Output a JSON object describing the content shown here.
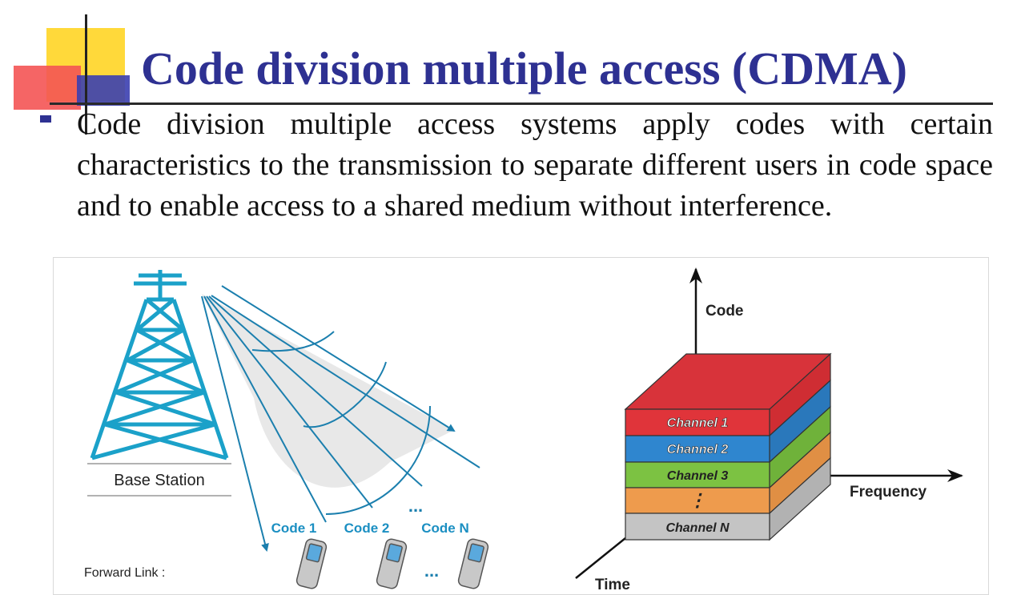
{
  "slide": {
    "title": "Code division multiple access (CDMA)",
    "body": "Code division multiple access systems apply codes with certain characteristics to the transmission to separate different users in code space and to enable access to a shared medium without interference."
  },
  "figure": {
    "base_station_label": "Base Station",
    "codes": [
      "Code 1",
      "Code 2",
      "Code N"
    ],
    "codes_ellipsis": "...",
    "handsets_ellipsis": "...",
    "forward_link_label": "Forward Link :",
    "axis_code_label": "Code",
    "axis_frequency_label": "Frequency",
    "axis_time_label": "Time",
    "channels": [
      "Channel 1",
      "Channel 2",
      "Channel 3",
      "⋮",
      "Channel N"
    ],
    "colors": {
      "title": "#2e3192",
      "tower": "#1ba1c9",
      "beam": "#1b7fae",
      "channel_1": "#e0343a",
      "channel_2": "#2f86cf",
      "channel_3": "#7cc242",
      "channel_ellipsis": "#ee9b4d",
      "channel_n": "#c4c4c4"
    }
  }
}
